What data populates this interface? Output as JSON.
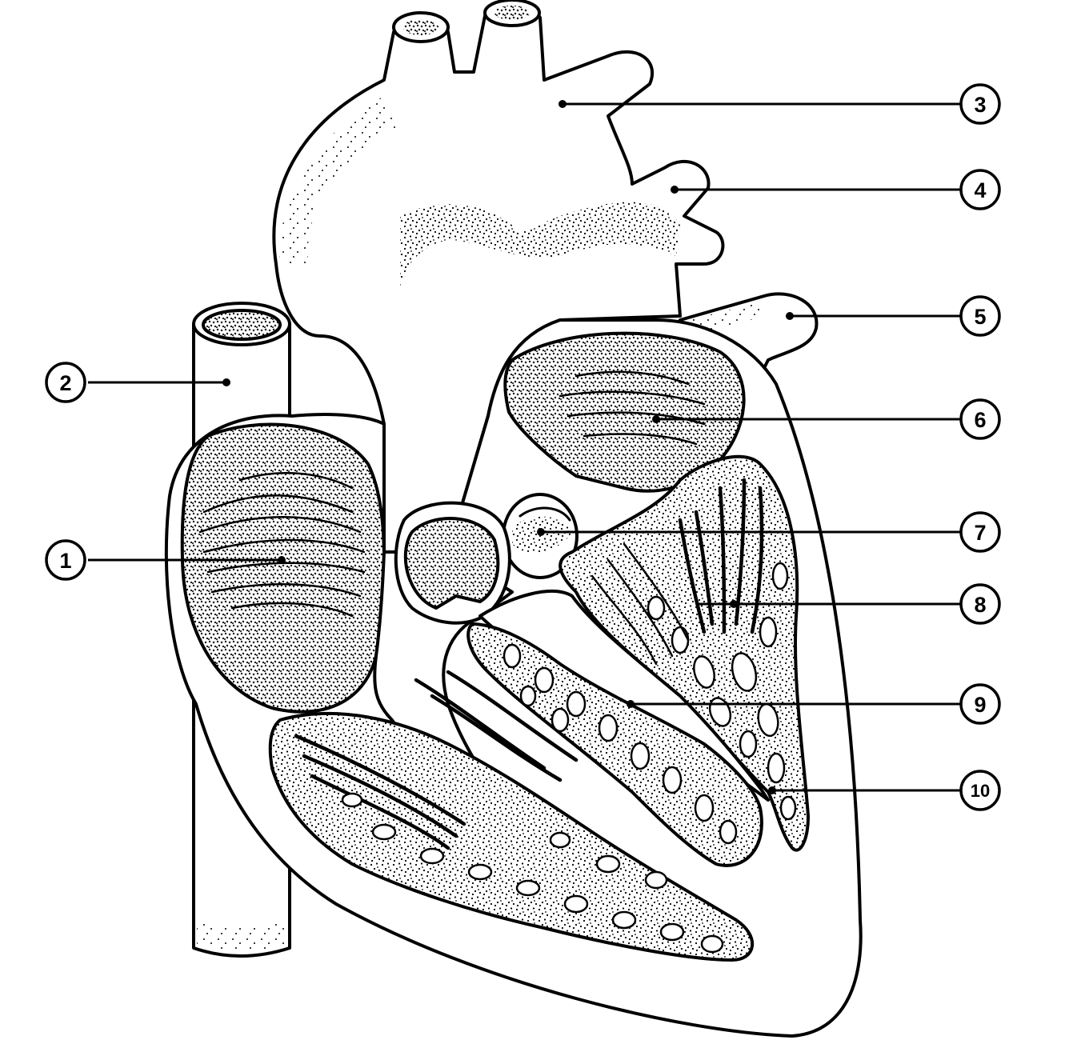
{
  "labels": [
    {
      "number": "1",
      "text": "①"
    },
    {
      "number": "2",
      "text": "②"
    },
    {
      "number": "3",
      "text": "③"
    },
    {
      "number": "4",
      "text": "④"
    },
    {
      "number": "5",
      "text": "⑤"
    },
    {
      "number": "6",
      "text": "⑥"
    },
    {
      "number": "7",
      "text": "⑦"
    },
    {
      "number": "8",
      "text": "⑧"
    },
    {
      "number": "9",
      "text": "⑨"
    },
    {
      "number": "10",
      "text": "⑩"
    }
  ],
  "colors": {
    "ink": "#000000",
    "paper": "#ffffff"
  }
}
